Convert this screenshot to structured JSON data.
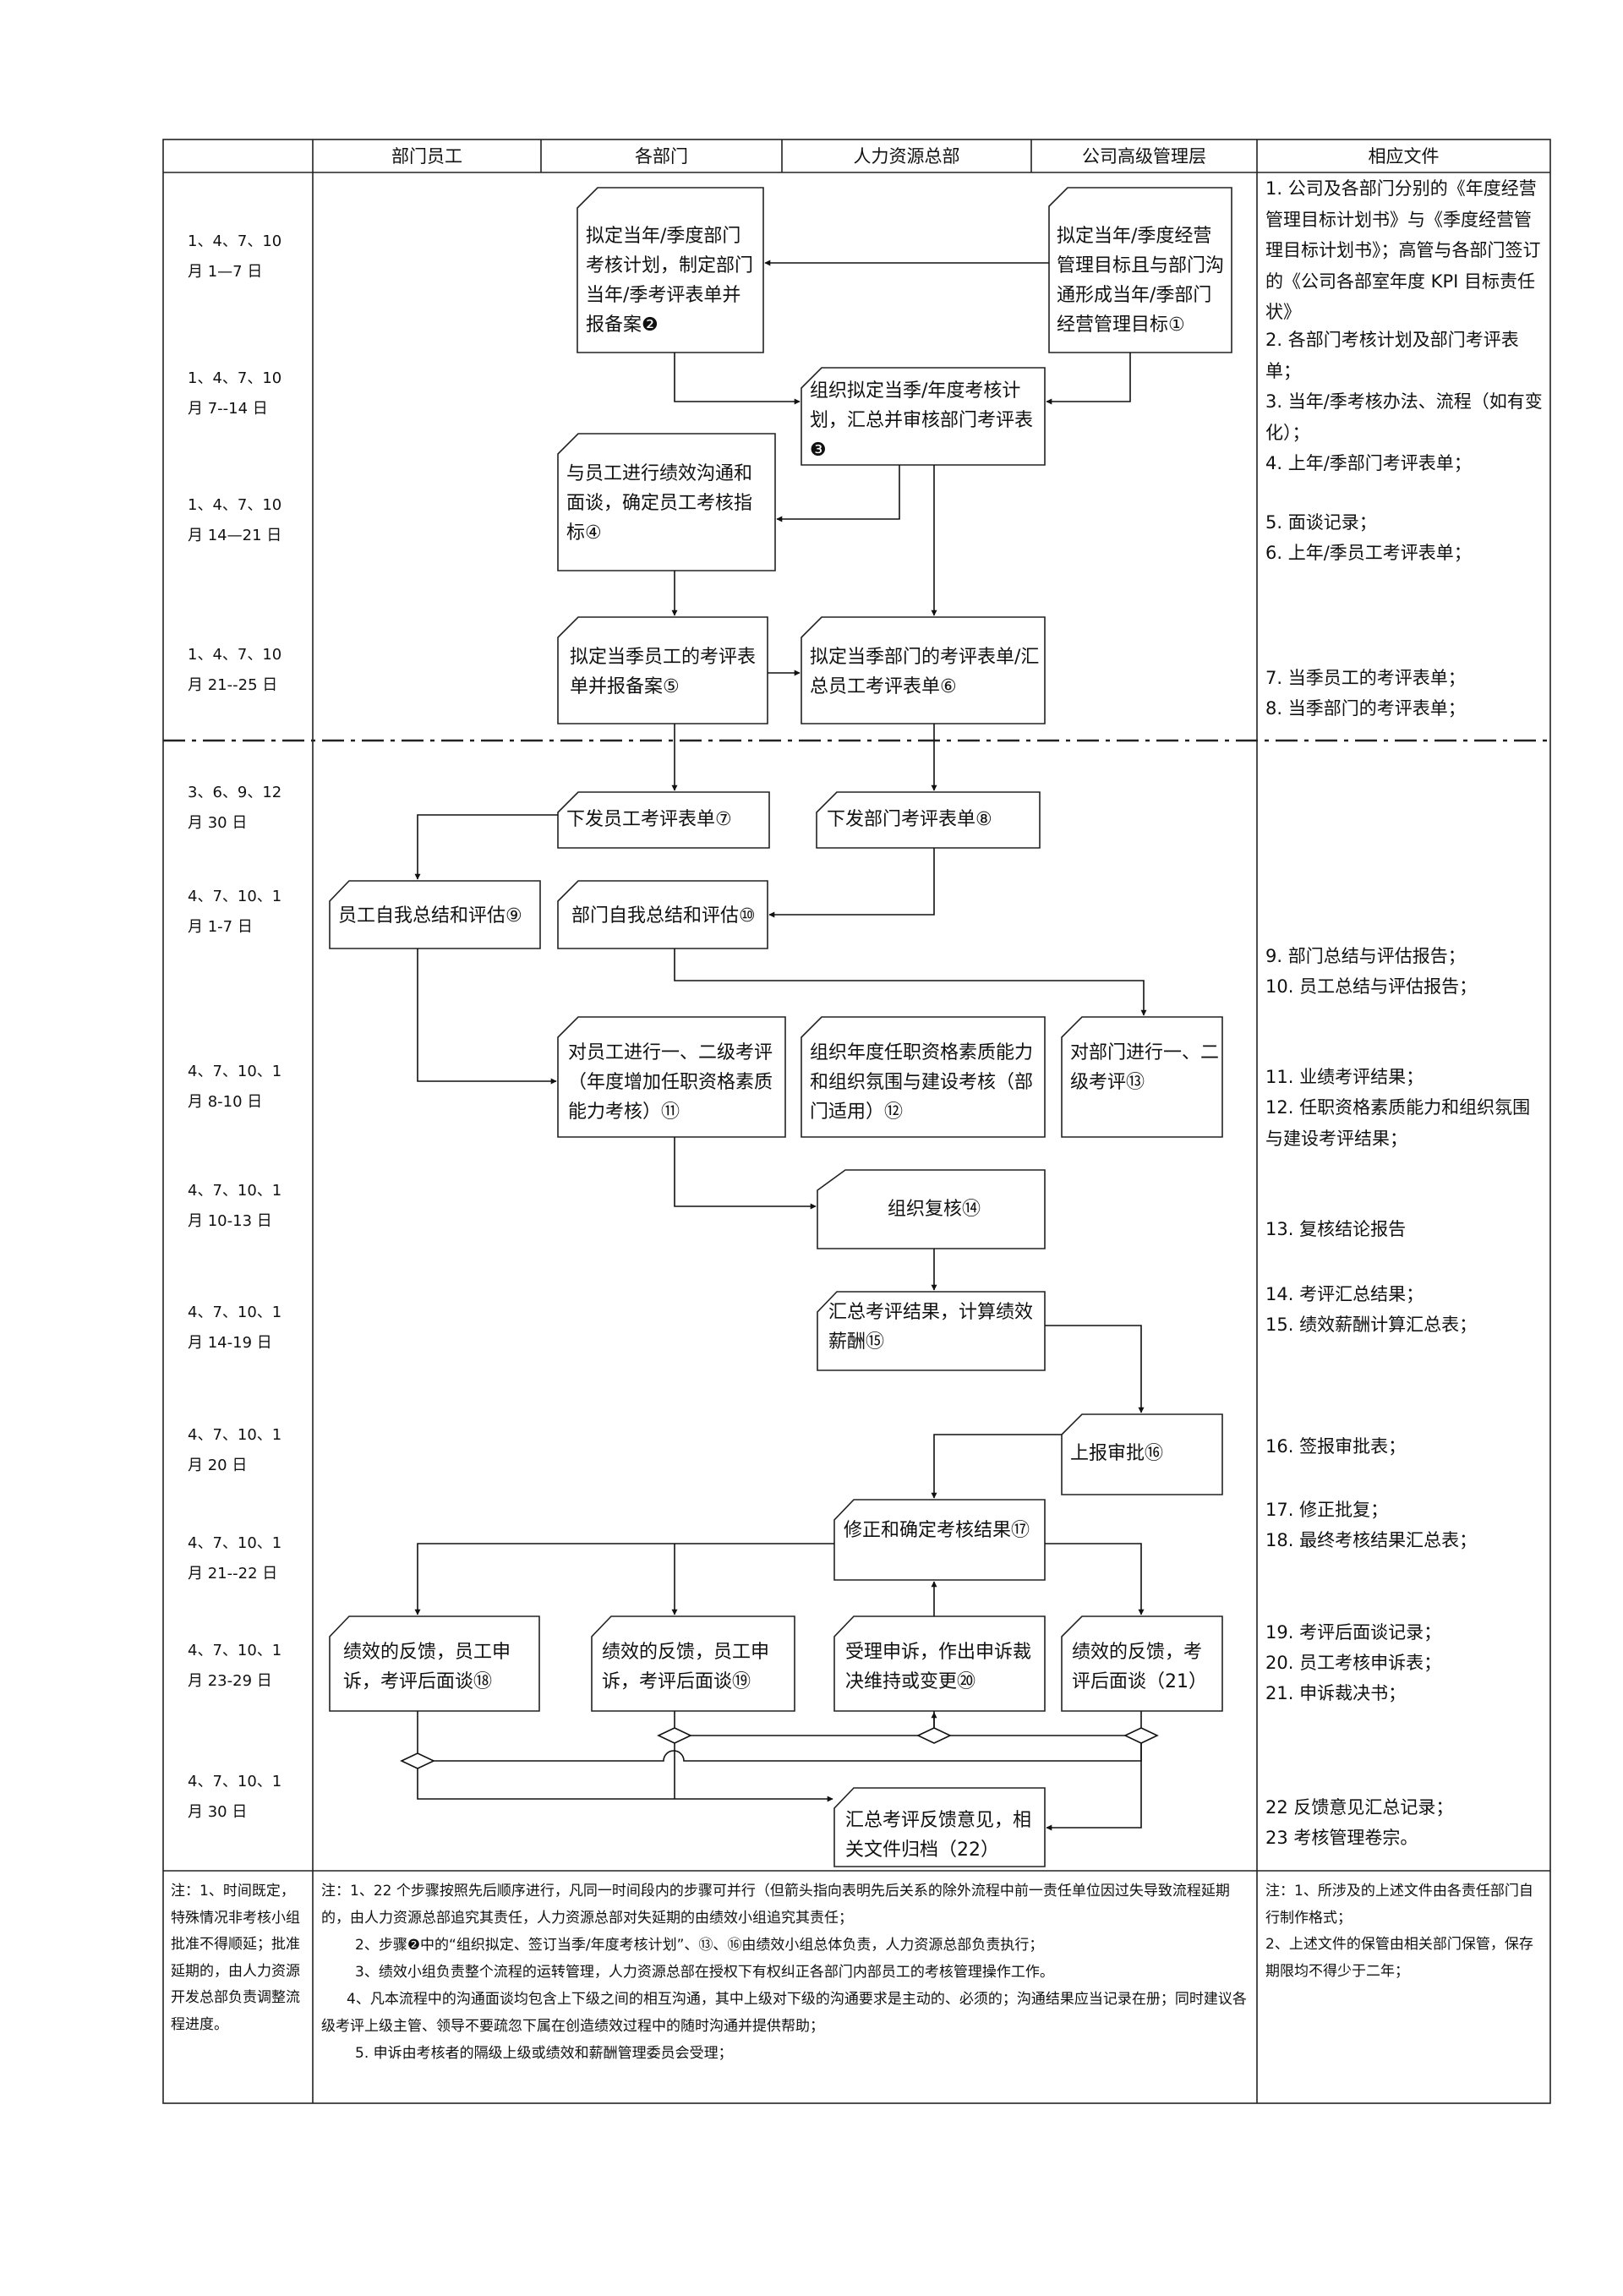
{
  "header": {
    "columns": [
      "部门员工",
      "各部门",
      "人力资源总部",
      "公司高级管理层",
      "相应文件"
    ]
  },
  "timeline": [
    "1、4、7、10\n月 1—7 日",
    "1、4、7、10\n月 7--14 日",
    "1、4、7、10\n月 14—21 日",
    "1、4、7、10\n月 21--25 日",
    "3、6、9、12\n月 30 日",
    "4、7、10、1\n月 1-7 日",
    "4、7、10、1\n月 8-10 日",
    "4、7、10、1\n月 10-13 日",
    "4、7、10、1\n月 14-19 日",
    "4、7、10、1\n月 20 日",
    "4、7、10、1\n月 21--22 日",
    "4、7、10、1\n月 23-29 日",
    "4、7、10、1\n月 30 日"
  ],
  "steps": {
    "s1": "拟定当年/季度经营管理目标且与部门沟通形成当年/季部门经营管理目标①",
    "s2": "拟定当年/季度部门考核计划，制定部门当年/季考评表单并报备案❷",
    "s3": "组织拟定当季/年度考核计划，汇总并审核部门考评表❸",
    "s4": "与员工进行绩效沟通和面谈，确定员工考核指标④",
    "s5": "拟定当季员工的考评表单并报备案⑤",
    "s6": "拟定当季部门的考评表单/汇总员工考评表单⑥",
    "s7": "下发员工考评表单⑦",
    "s8": "下发部门考评表单⑧",
    "s9": "员工自我总结和评估⑨",
    "s10": "部门自我总结和评估⑩",
    "s11": "对员工进行一、二级考评（年度增加任职资格素质能力考核）⑪",
    "s12": "组织年度任职资格素质能力和组织氛围与建设考核（部门适用）⑫",
    "s13": "对部门进行一、二级考评⑬",
    "s14": "组织复核⑭",
    "s15": "汇总考评结果，计算绩效薪酬⑮",
    "s16": "上报审批⑯",
    "s17": "修正和确定考核结果⑰",
    "s18": "绩效的反馈，员工申诉，考评后面谈⑱",
    "s19": "绩效的反馈，员工申诉，考评后面谈⑲",
    "s20": "受理申诉，作出申诉裁决维持或变更⑳",
    "s21": "绩效的反馈，考评后面谈（21）",
    "s22": "汇总考评反馈意见，相关文件归档（22）"
  },
  "documents": [
    "1. 公司及各部门分别的《年度经营管理目标计划书》与《季度经营管理目标计划书》；高管与各部门签订的《公司各部室年度 KPI 目标责任状》",
    "2. 各部门考核计划及部门考评表单；",
    "3. 当年/季考核办法、流程（如有变化）；",
    "4. 上年/季部门考评表单；",
    "5. 面谈记录；",
    "6. 上年/季员工考评表单；",
    "7. 当季员工的考评表单；",
    "8. 当季部门的考评表单；",
    "9. 部门总结与评估报告；",
    "10. 员工总结与评估报告；",
    "11. 业绩考评结果；",
    "12. 任职资格素质能力和组织氛围与建设考评结果；",
    "13. 复核结论报告",
    "14. 考评汇总结果；",
    "15. 绩效薪酬计算汇总表；",
    "16. 签报审批表；",
    "17. 修正批复；",
    "18. 最终考核结果汇总表；",
    "19. 考评后面谈记录；",
    "20. 员工考核申诉表；",
    "21. 申诉裁决书；",
    "22 反馈意见汇总记录；",
    "23 考核管理卷宗。"
  ],
  "notes": {
    "left": "注：1、时间既定，特殊情况非考核小组批准不得顺延；批准延期的，由人力资源开发总部负责调整流程进度。",
    "middle": [
      "注：1、22 个步骤按照先后顺序进行，凡同一时间段内的步骤可并行（但箭头指向表明先后关系的除外流程中前一责任单位因过失导致流程延期的，由人力资源总部追究其责任，人力资源总部对失延期的由绩效小组追究其责任；",
      "2、步骤❷中的“组织拟定、签订当季/年度考核计划”、⑬、⑯由绩效小组总体负责，人力资源总部负责执行；",
      "3、绩效小组负责整个流程的运转管理，人力资源总部在授权下有权纠正各部门内部员工的考核管理操作工作。",
      "4、凡本流程中的沟通面谈均包含上下级之间的相互沟通，其中上级对下级的沟通要求是主动的、必须的；沟通结果应当记录在册；同时建议各级考评上级主管、领导不要疏忽下属在创造绩效过程中的随时沟通并提供帮助；",
      "5. 申诉由考核者的隔级上级或绩效和薪酬管理委员会受理；"
    ],
    "right": "注：1、所涉及的上述文件由各责任部门自行制作格式；\n2、上述文件的保管由相关部门保管，保存期限均不得少于二年；"
  }
}
